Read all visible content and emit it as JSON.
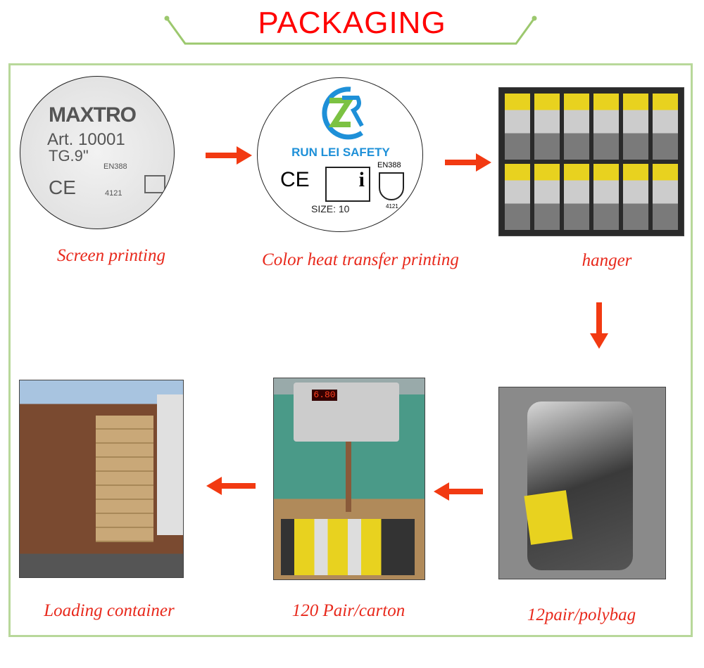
{
  "title": "PACKAGING",
  "colors": {
    "title": "#ff0000",
    "label": "#e8291c",
    "frame": "#b8d89a",
    "arrow": "#f23a12",
    "brand_blue": "#1e90d8",
    "brand_green": "#7cc242"
  },
  "steps": [
    {
      "label": "Screen printing",
      "print": {
        "brand": "MAXTRO",
        "art": "Art. 10001",
        "size": "TG.9\"",
        "standard": "EN388",
        "code": "4121",
        "ce": "CE"
      }
    },
    {
      "label": "Color heat transfer printing",
      "print": {
        "brand": "RUN LEI SAFETY",
        "ce": "CE",
        "standard": "EN388",
        "code": "4121",
        "size": "SIZE: 10"
      }
    },
    {
      "label": "hanger"
    },
    {
      "label": "12pair/polybag"
    },
    {
      "label": "120 Pair/carton",
      "scale_reading": "6.80"
    },
    {
      "label": "Loading container"
    }
  ],
  "arrows": [
    "right-arrow",
    "right-arrow",
    "down-arrow",
    "left-arrow",
    "left-arrow"
  ]
}
